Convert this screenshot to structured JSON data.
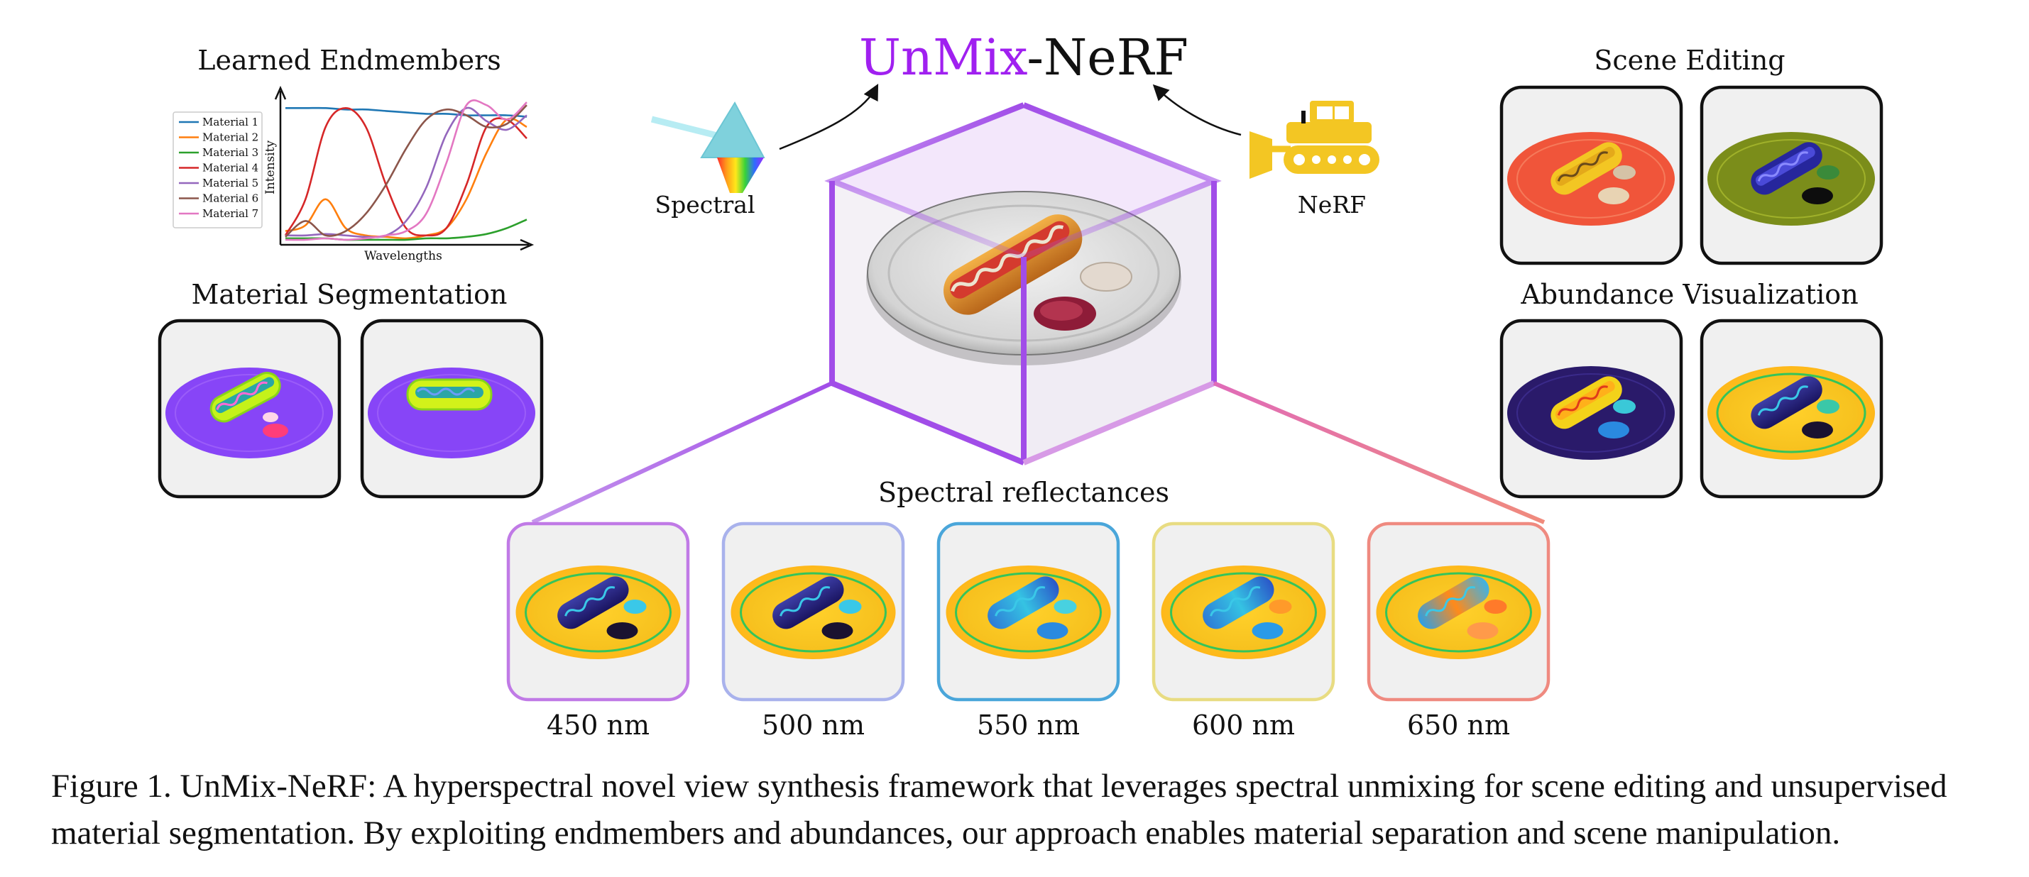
{
  "figure": {
    "title_part1": "UnMix",
    "title_part2": "-NeRF",
    "spectral_label": "Spectral",
    "nerf_label": "NeRF",
    "caption": "Figure 1. UnMix-NeRF: A hyperspectral novel view synthesis framework that leverages spectral unmixing for scene editing and unsupervised material segmentation. By exploiting endmembers and abundances, our approach enables material separation and scene manipulation."
  },
  "sections": {
    "learned_endmembers": "Learned Endmembers",
    "material_segmentation": "Material Segmentation",
    "scene_editing": "Scene Editing",
    "abundance_visualization": "Abundance Visualization",
    "spectral_reflectances": "Spectral reflectances"
  },
  "reflectances": [
    {
      "label": "450 nm",
      "color": "#c07ae6"
    },
    {
      "label": "500 nm",
      "color": "#a9b2ec"
    },
    {
      "label": "550 nm",
      "color": "#4aa6da"
    },
    {
      "label": "600 nm",
      "color": "#e8dc82"
    },
    {
      "label": "650 nm",
      "color": "#ef8a80"
    }
  ],
  "chart_data": {
    "type": "line",
    "xlabel": "Wavelengths",
    "ylabel": "Intensity",
    "legend_position": "top-left",
    "series": [
      {
        "name": "Material 1",
        "color": "#1f77b4",
        "values": [
          0.93,
          0.93,
          0.93,
          0.92,
          0.92,
          0.91,
          0.9,
          0.89,
          0.89,
          0.88,
          0.88,
          0.88,
          0.87
        ]
      },
      {
        "name": "Material 2",
        "color": "#ff7f0e",
        "values": [
          0.08,
          0.12,
          0.3,
          0.1,
          0.05,
          0.04,
          0.03,
          0.05,
          0.1,
          0.3,
          0.62,
          0.85,
          0.8
        ]
      },
      {
        "name": "Material 3",
        "color": "#2ca02c",
        "values": [
          0.03,
          0.03,
          0.03,
          0.02,
          0.02,
          0.02,
          0.02,
          0.03,
          0.03,
          0.04,
          0.06,
          0.1,
          0.16
        ]
      },
      {
        "name": "Material 4",
        "color": "#d62728",
        "values": [
          0.05,
          0.3,
          0.8,
          0.93,
          0.8,
          0.4,
          0.1,
          0.05,
          0.1,
          0.4,
          0.8,
          0.85,
          0.72
        ]
      },
      {
        "name": "Material 5",
        "color": "#9467bd",
        "values": [
          0.05,
          0.05,
          0.06,
          0.05,
          0.04,
          0.05,
          0.15,
          0.38,
          0.75,
          0.93,
          0.84,
          0.78,
          0.88
        ]
      },
      {
        "name": "Material 6",
        "color": "#8c564b",
        "values": [
          0.04,
          0.15,
          0.05,
          0.08,
          0.2,
          0.4,
          0.65,
          0.85,
          0.92,
          0.88,
          0.8,
          0.82,
          0.95
        ]
      },
      {
        "name": "Material 7",
        "color": "#e377c2",
        "values": [
          0.02,
          0.02,
          0.03,
          0.02,
          0.03,
          0.05,
          0.08,
          0.2,
          0.55,
          0.95,
          0.95,
          0.85,
          0.97
        ]
      }
    ]
  }
}
